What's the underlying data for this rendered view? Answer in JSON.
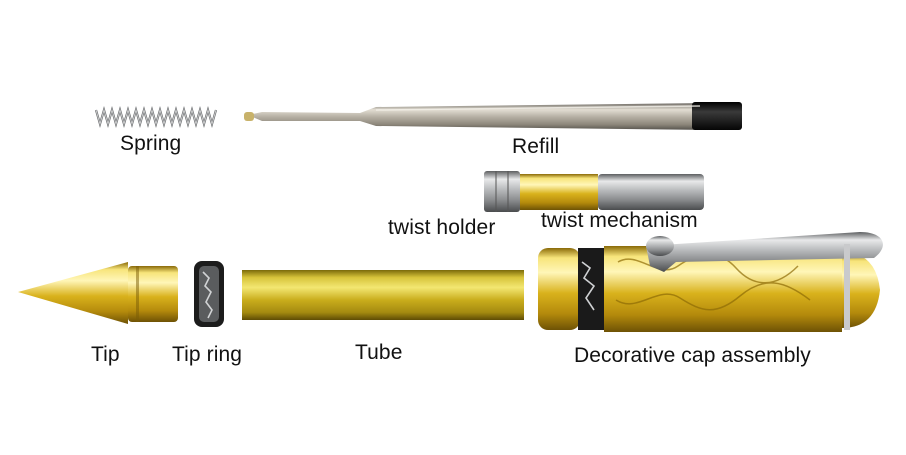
{
  "labels": {
    "spring": "Spring",
    "refill": "Refill",
    "twist_holder": "twist holder",
    "twist_mechanism": "twist mechanism",
    "tip": "Tip",
    "tip_ring": "Tip ring",
    "tube": "Tube",
    "cap_assembly": "Decorative cap assembly"
  },
  "colors": {
    "background": "#ffffff",
    "gold": "#d4a817",
    "chrome": "#a9abad",
    "black_ink_cap": "#111111",
    "label_text": "#111111"
  }
}
